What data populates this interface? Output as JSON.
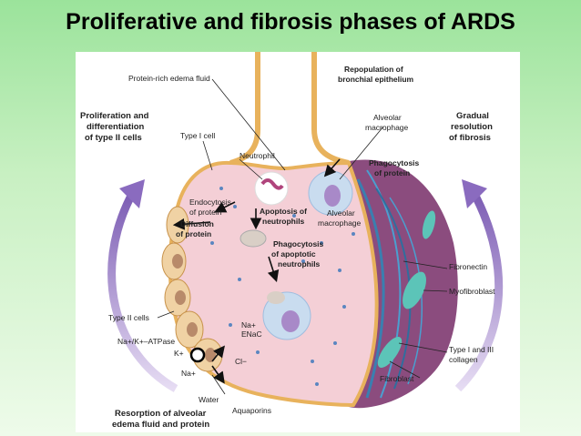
{
  "title": "Proliferative and fibrosis phases of ARDS",
  "labels": {
    "protein_rich_edema": "Protein-rich edema fluid",
    "repopulation_1": "Repopulation of",
    "repopulation_2": "bronchial epithelium",
    "proliferation_1": "Proliferation and",
    "proliferation_2": "differentiation",
    "proliferation_3": "of type II cells",
    "type1_cell": "Type I cell",
    "neutrophil": "Neutrophil",
    "alveolar_macrophage_top_1": "Alveolar",
    "alveolar_macrophage_top_2": "macrophage",
    "gradual_1": "Gradual",
    "gradual_2": "resolution",
    "gradual_3": "of fibrosis",
    "phagocytosis_protein_1": "Phagocytosis",
    "phagocytosis_protein_2": "of protein",
    "endocytosis_1": "Endocytosis",
    "endocytosis_2": "of protein",
    "apoptosis_1": "Apoptosis of",
    "apoptosis_2": "neutrophils",
    "alveolar_macrophage_mid_1": "Alveolar",
    "alveolar_macrophage_mid_2": "macrophage",
    "diffusion_1": "Diffusion",
    "diffusion_2": "of protein",
    "phagocytosis_apoptotic_1": "Phagocytosis",
    "phagocytosis_apoptotic_2": "of apoptotic",
    "phagocytosis_apoptotic_3": "neutrophils",
    "fibronectin": "Fibronectin",
    "myofibroblast": "Myofibroblast",
    "type2_cells": "Type II cells",
    "na_plus": "Na+",
    "enac": "ENaC",
    "na_k_atpase": "Na+/K+–ATPase",
    "k_plus": "K+",
    "na_plus_bottom": "Na+",
    "cl_minus": "Cl−",
    "type_collagen_1": "Type I and III",
    "type_collagen_2": "collagen",
    "fibroblast": "Fibroblast",
    "water": "Water",
    "aquaporins": "Aquaporins",
    "resorption_1": "Resorption of alveolar",
    "resorption_2": "edema fluid and protein"
  },
  "colors": {
    "alveolus_fill": "#f4cfd6",
    "membrane": "#e8b25c",
    "arrow_purple": "#9a7bc6",
    "type2_cell": "#f0d2a4",
    "macrophage": "#c9dcef",
    "fibrosis": "#7a3d6e"
  }
}
